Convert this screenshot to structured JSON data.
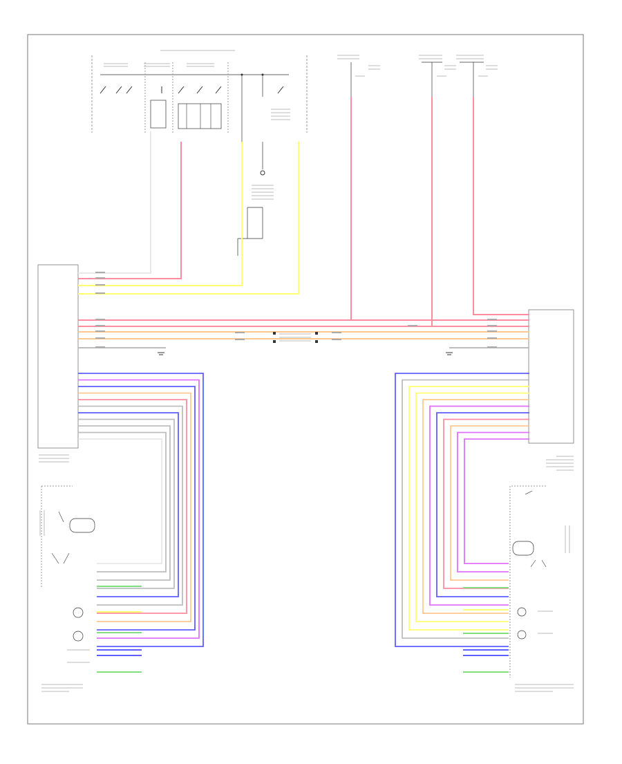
{
  "diagram": {
    "footer_id": "",
    "colors": {
      "red": "#ff8ca0",
      "yellow": "#ffff70",
      "grey": "#bdbdbd",
      "orange": "#ffc890",
      "violet": "#e070ff",
      "blue": "#5f5fff",
      "green": "#80e080",
      "white": "#e8e8e8",
      "frame": "#777777",
      "line": "#333333"
    },
    "symbols": {
      "fuse": "fuse-symbol",
      "ground": "ground-symbol",
      "switch": "switch-symbol",
      "motor": "motor-symbol",
      "connector": "connector-symbol"
    }
  }
}
